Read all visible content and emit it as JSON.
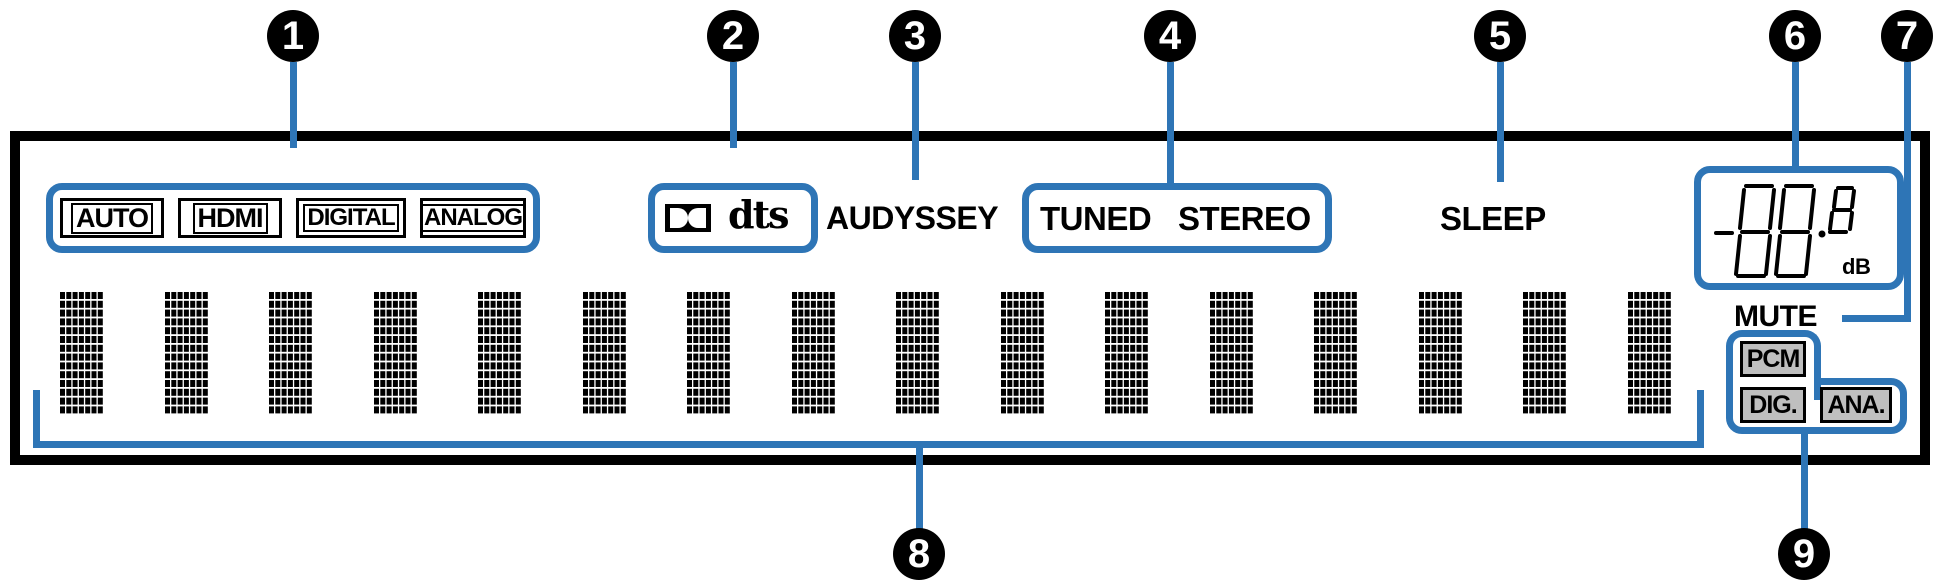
{
  "callouts": [
    "1",
    "2",
    "3",
    "4",
    "5",
    "6",
    "7",
    "8",
    "9"
  ],
  "input_indicators": [
    "AUTO",
    "HDMI",
    "DIGITAL",
    "ANALOG"
  ],
  "decoder": {
    "dolby_logo": "DD",
    "dts_logo": "dts"
  },
  "audyssey": "AUDYSSEY",
  "tuner": {
    "tuned": "TUNED",
    "stereo": "STEREO"
  },
  "sleep": "SLEEP",
  "volume": {
    "display": "-88.8",
    "unit": "dB"
  },
  "mute": "MUTE",
  "signal_indicators": {
    "pcm": "PCM",
    "dig": "DIG.",
    "ana": "ANA."
  },
  "colors": {
    "accent": "#2e75b6",
    "indicator_fill": "#bfbfbf",
    "ink": "#000000"
  },
  "character_cells": 16
}
